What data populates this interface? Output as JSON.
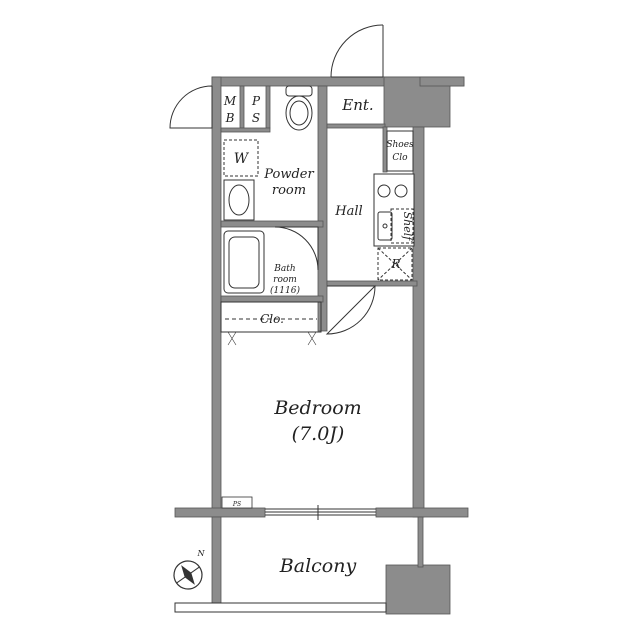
{
  "rooms": {
    "mb_line1": "M",
    "mb_line2": "B",
    "ps_line1": "P",
    "ps_line2": "S",
    "entrance": "Ent.",
    "shoes_line1": "Shoes",
    "shoes_line2": "Clo",
    "washer": "W",
    "powder_line1": "Powder",
    "powder_line2": "room",
    "hall": "Hall",
    "shelf": "Shelf",
    "fridge": "R",
    "bath_line1": "Bath",
    "bath_line2": "room",
    "bath_size": "(1116)",
    "closet": "Clo.",
    "bedroom": "Bedroom",
    "bedroom_size": "(7.0J)",
    "balcony": "Balcony",
    "ps_small": "PS",
    "compass_north": "N"
  },
  "colors": {
    "wall": "#8c8c8c",
    "wall_outline": "#555555",
    "line": "#333333",
    "background": "#ffffff"
  }
}
